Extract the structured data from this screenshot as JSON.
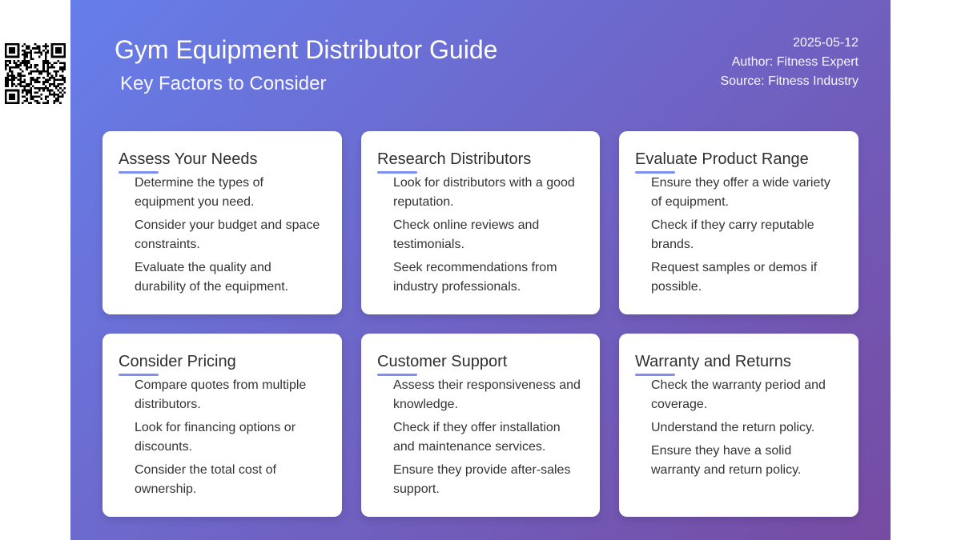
{
  "header": {
    "title": "Gym Equipment Distributor Guide",
    "subtitle": "Key Factors to Consider",
    "date": "2025-05-12",
    "author": "Author: Fitness Expert",
    "source": "Source: Fitness Industry"
  },
  "colors": {
    "gradient_start": "#667eea",
    "gradient_end": "#764ba2",
    "accent": "#7f8ff0"
  },
  "cards": [
    {
      "title": "Assess Your Needs",
      "items": [
        "Determine the types of equipment you need.",
        "Consider your budget and space constraints.",
        "Evaluate the quality and durability of the equipment."
      ]
    },
    {
      "title": "Research Distributors",
      "items": [
        "Look for distributors with a good reputation.",
        "Check online reviews and testimonials.",
        "Seek recommendations from industry professionals."
      ]
    },
    {
      "title": "Evaluate Product Range",
      "items": [
        "Ensure they offer a wide variety of equipment.",
        "Check if they carry reputable brands.",
        "Request samples or demos if possible."
      ]
    },
    {
      "title": "Consider Pricing",
      "items": [
        "Compare quotes from multiple distributors.",
        "Look for financing options or discounts.",
        "Consider the total cost of ownership."
      ]
    },
    {
      "title": "Customer Support",
      "items": [
        "Assess their responsiveness and knowledge.",
        "Check if they offer installation and maintenance services.",
        "Ensure they provide after-sales support."
      ]
    },
    {
      "title": "Warranty and Returns",
      "items": [
        "Check the warranty period and coverage.",
        "Understand the return policy.",
        "Ensure they have a solid warranty and return policy."
      ]
    }
  ]
}
